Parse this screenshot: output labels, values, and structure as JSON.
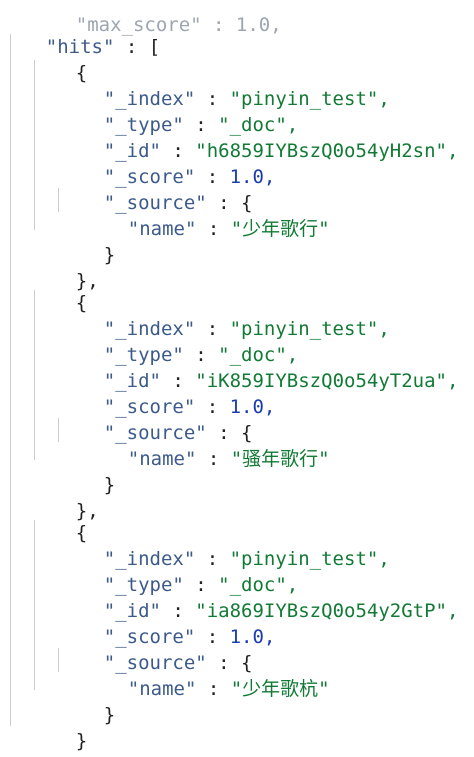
{
  "json_view": {
    "partial_top": "\"max_score\" : 1.0,",
    "hits_key": "\"hits\"",
    "colon": " : ",
    "open_bracket": "[",
    "close_bracket": "]",
    "open_brace": "{",
    "close_brace": "}",
    "close_brace_comma": "},",
    "hits": [
      {
        "index_key": "\"_index\"",
        "index_value": "\"pinyin_test\",",
        "type_key": "\"_type\"",
        "type_value": "\"_doc\",",
        "id_key": "\"_id\"",
        "id_value": "\"h6859IYBszQ0o54yH2sn\",",
        "score_key": "\"_score\"",
        "score_value": "1.0,",
        "source_key": "\"_source\"",
        "name_key": "\"name\"",
        "name_value": "\"少年歌行\""
      },
      {
        "index_key": "\"_index\"",
        "index_value": "\"pinyin_test\",",
        "type_key": "\"_type\"",
        "type_value": "\"_doc\",",
        "id_key": "\"_id\"",
        "id_value": "\"iK859IYBszQ0o54yT2ua\",",
        "score_key": "\"_score\"",
        "score_value": "1.0,",
        "source_key": "\"_source\"",
        "name_key": "\"name\"",
        "name_value": "\"骚年歌行\""
      },
      {
        "index_key": "\"_index\"",
        "index_value": "\"pinyin_test\",",
        "type_key": "\"_type\"",
        "type_value": "\"_doc\",",
        "id_key": "\"_id\"",
        "id_value": "\"ia869IYBszQ0o54y2GtP\",",
        "score_key": "\"_score\"",
        "score_value": "1.0,",
        "source_key": "\"_source\"",
        "name_key": "\"name\"",
        "name_value": "\"少年歌杭\""
      }
    ]
  }
}
